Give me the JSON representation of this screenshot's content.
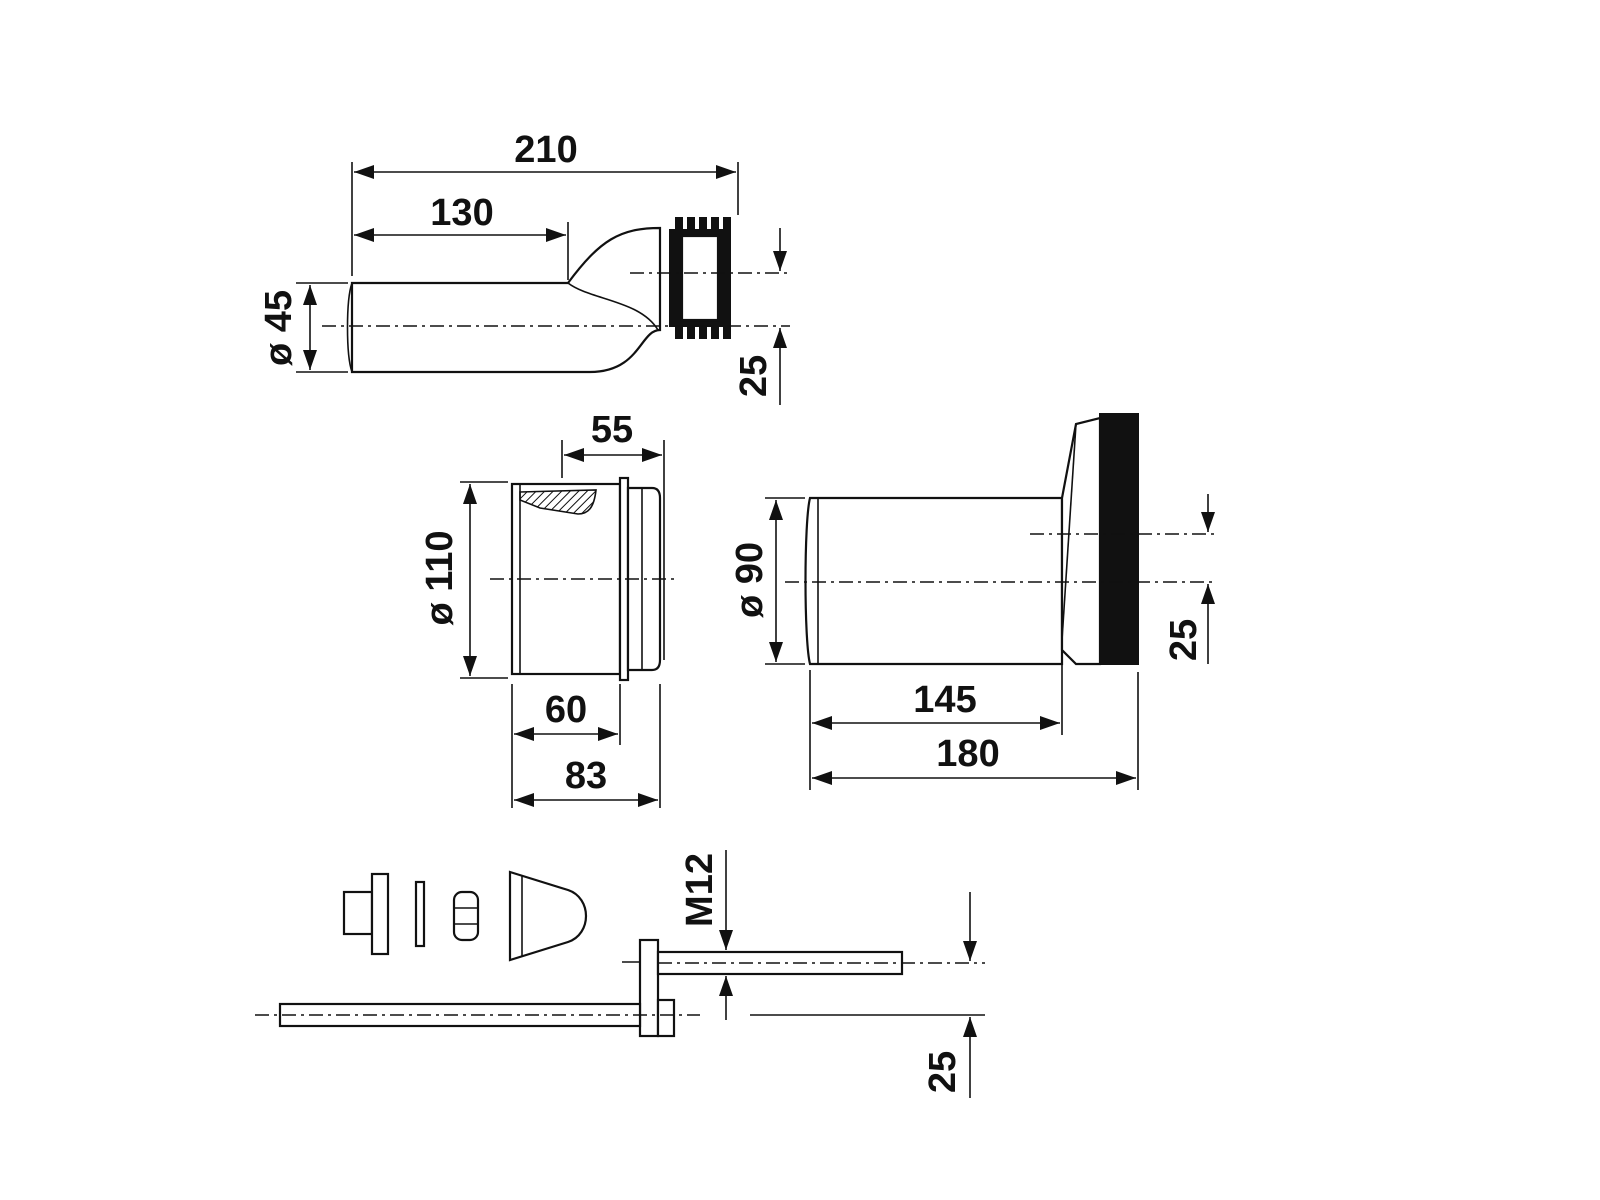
{
  "dimensions": {
    "d210": "210",
    "d130": "130",
    "dia45": "ø 45",
    "off25_top": "25",
    "d55": "55",
    "dia110": "ø 110",
    "d60": "60",
    "d83": "83",
    "dia90": "ø 90",
    "off25_mid": "25",
    "d145": "145",
    "d180": "180",
    "m12": "M12",
    "off25_bottom": "25"
  },
  "colors": {
    "line": "#111111",
    "background": "#ffffff",
    "gasket": "#111111"
  }
}
